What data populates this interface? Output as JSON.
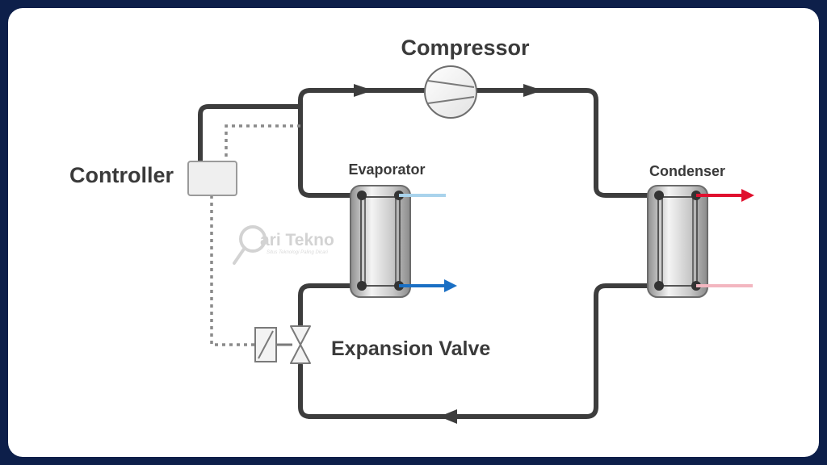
{
  "labels": {
    "compressor": "Compressor",
    "controller": "Controller",
    "evaporator": "Evaporator",
    "condenser": "Condenser",
    "expansion_valve": "Expansion Valve"
  },
  "watermark": {
    "brand": "ari Tekno",
    "tagline": "Situs Teknologi Paling Dicari"
  },
  "colors": {
    "pipe": "#3d3d3d",
    "signal": "#8a8a8a",
    "cold_in": "#a9d3ec",
    "cold_out": "#1a6fc4",
    "hot_out": "#e0102e",
    "hot_in": "#f3b6c0",
    "frame_border": "#0d1f4a"
  },
  "icons": [
    "compressor-icon",
    "controller-box",
    "evaporator-exchanger",
    "condenser-exchanger",
    "expansion-valve-icon",
    "solenoid-actuator-icon",
    "magnifier-icon"
  ]
}
